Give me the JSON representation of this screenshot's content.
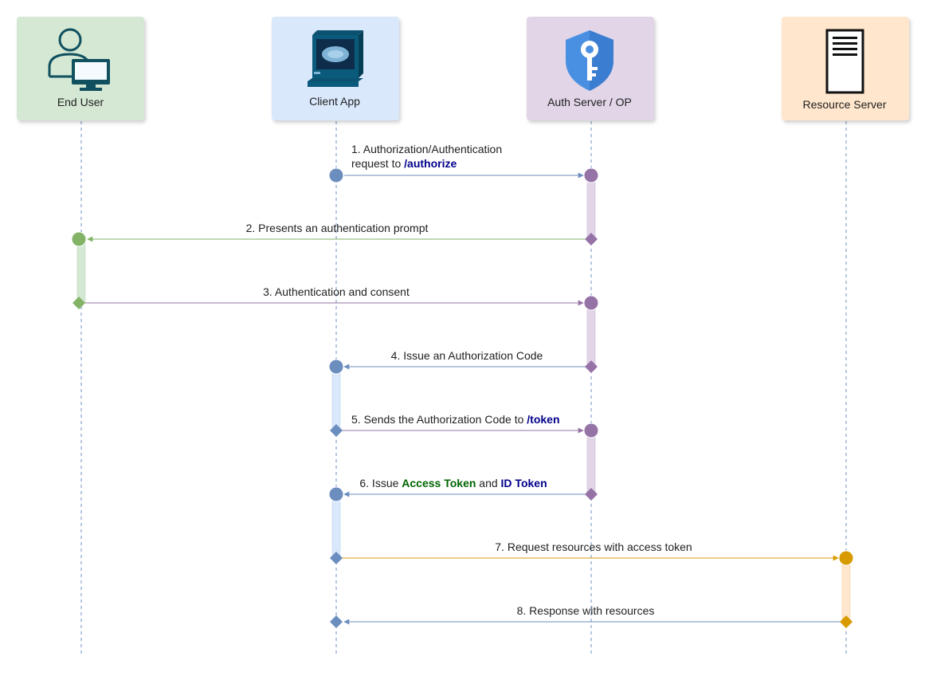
{
  "actors": [
    {
      "id": "user",
      "label": "End User",
      "fill": "#d5e8d4",
      "line": "#6d8fc4",
      "icon": "user-computer-icon"
    },
    {
      "id": "client",
      "label": "Client App",
      "fill": "#dae8fc",
      "line": "#6d8fc4",
      "icon": "computer-terminal-icon"
    },
    {
      "id": "auth",
      "label": "Auth Server / OP",
      "fill": "#e1d5e7",
      "line": "#6d8fc4",
      "icon": "shield-key-icon"
    },
    {
      "id": "resource",
      "label": "Resource Server",
      "fill": "#ffe6cc",
      "line": "#6d8fc4",
      "icon": "server-icon"
    }
  ],
  "colors": {
    "client_arrow": "#6c8ebf",
    "auth_arrow": "#9673a6",
    "user_arrow": "#82b366",
    "resource_arrow": "#d79b00",
    "link_blue": "#00008b",
    "token_green": "#006400"
  },
  "messages": [
    {
      "id": "m1",
      "lines": [
        [
          {
            "t": "1. Authorization/Authentication"
          }
        ],
        [
          {
            "t": "request to "
          },
          {
            "t": "/authorize",
            "hl": "link_blue"
          }
        ]
      ]
    },
    {
      "id": "m2",
      "lines": [
        [
          {
            "t": "2. Presents an authentication prompt"
          }
        ]
      ]
    },
    {
      "id": "m3",
      "lines": [
        [
          {
            "t": "3. Authentication and consent"
          }
        ]
      ]
    },
    {
      "id": "m4",
      "lines": [
        [
          {
            "t": "4. Issue an Authorization Code"
          }
        ]
      ]
    },
    {
      "id": "m5",
      "lines": [
        [
          {
            "t": "5. Sends the Authorization Code to "
          },
          {
            "t": "/token",
            "hl": "link_blue"
          }
        ]
      ]
    },
    {
      "id": "m6",
      "lines": [
        [
          {
            "t": "6. Issue "
          },
          {
            "t": "Access Token",
            "hl": "token_green"
          },
          {
            "t": " and "
          },
          {
            "t": "ID Token",
            "hl": "link_blue"
          }
        ]
      ]
    },
    {
      "id": "m7",
      "lines": [
        [
          {
            "t": "7. Request resources with access token"
          }
        ]
      ]
    },
    {
      "id": "m8",
      "lines": [
        [
          {
            "t": "8. Response with resources"
          }
        ]
      ]
    }
  ]
}
